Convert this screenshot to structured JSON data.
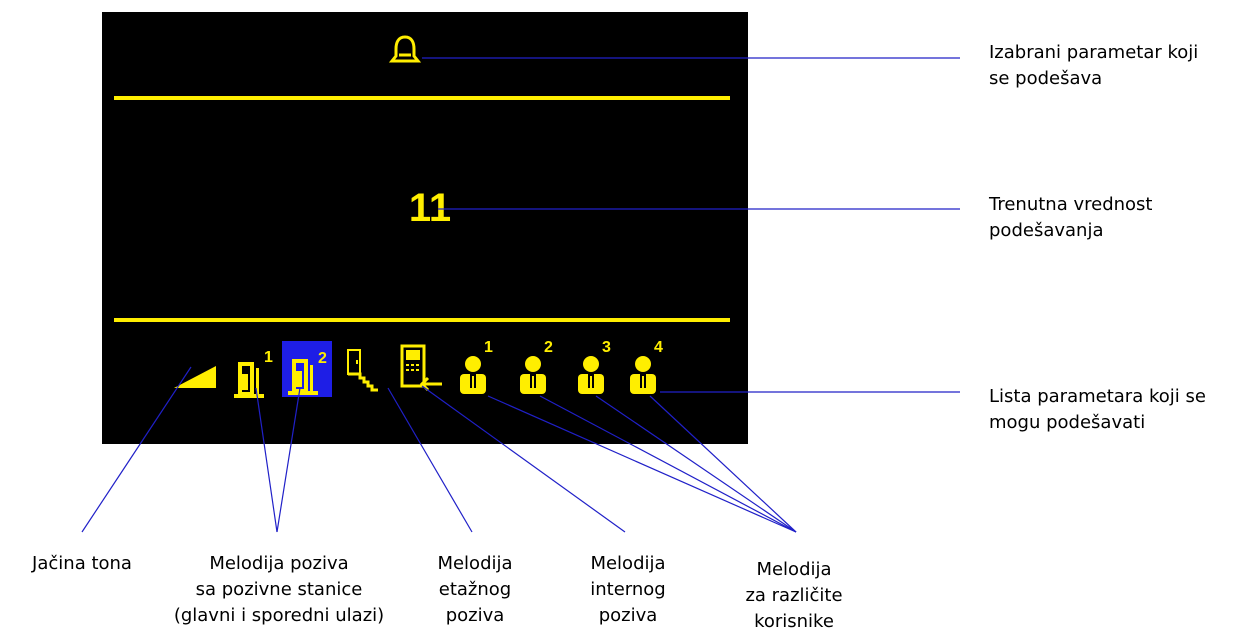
{
  "screen": {
    "value": "11",
    "selected_parameter_icon": "bell-icon",
    "parameter_list": [
      {
        "icon": "volume-ramp-icon",
        "sup": ""
      },
      {
        "icon": "door-icon",
        "sup": "1"
      },
      {
        "icon": "door-icon",
        "sup": "2",
        "selected": true
      },
      {
        "icon": "stairs-door-icon",
        "sup": ""
      },
      {
        "icon": "intercom-icon",
        "sup": ""
      },
      {
        "icon": "user-icon",
        "sup": "1"
      },
      {
        "icon": "user-icon",
        "sup": "2"
      },
      {
        "icon": "user-icon",
        "sup": "3"
      },
      {
        "icon": "user-icon",
        "sup": "4"
      }
    ],
    "colors": {
      "background": "#000000",
      "foreground": "#ffee00",
      "selection": "#1e1ee6",
      "leader_lines": "#2020c8"
    }
  },
  "annotations": {
    "selected_parameter": [
      "Izabrani parametar koji",
      "se podešava"
    ],
    "current_value": [
      "Trenutna vrednost",
      "podešavanja"
    ],
    "parameter_list": [
      "Lista parametara koji se",
      "mogu podešavati"
    ],
    "tone_volume": [
      "Jačina tona"
    ],
    "call_melody_station": [
      "Melodija poziva",
      "sa pozivne stanice",
      "(glavni i sporedni ulazi)"
    ],
    "floor_call_melody": [
      "Melodija",
      "etažnog",
      "poziva"
    ],
    "internal_call_melody": [
      "Melodija",
      "internog",
      "poziva"
    ],
    "users_melody": [
      "Melodija",
      "za različite",
      "korisnike"
    ]
  }
}
